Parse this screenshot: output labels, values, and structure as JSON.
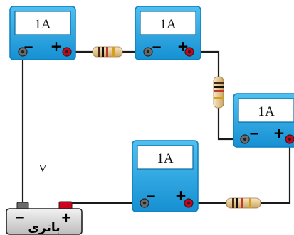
{
  "ammeters": [
    {
      "reading": "1A"
    },
    {
      "reading": "1A"
    },
    {
      "reading": "1A"
    },
    {
      "reading": "1A"
    }
  ],
  "terminal_signs": {
    "minus": "−",
    "plus": "+"
  },
  "battery": {
    "label": "باتری",
    "voltage_label": "V",
    "minus": "−",
    "plus": "+"
  },
  "colors": {
    "meter_body": "#2aa7e6",
    "meter_body_dark": "#0d7fbd",
    "meter_screen": "#ffffff",
    "wire": "#1a1a1a",
    "positive_terminal": "#d0021b",
    "negative_terminal": "#555555",
    "battery_body": "#d9d9d9",
    "resistor_body": "#e8d3a8"
  }
}
